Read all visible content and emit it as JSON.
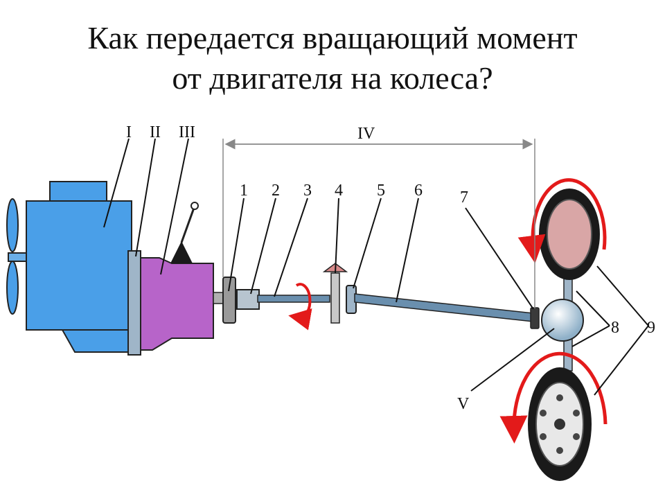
{
  "title": {
    "line1": "Как передается вращающий момент",
    "line2": "от двигателя на колеса?"
  },
  "labels": {
    "unit1": "I",
    "unit2": "II",
    "unit3": "III",
    "unit4": "IV",
    "unit5": "V",
    "n1": "1",
    "n2": "2",
    "n3": "3",
    "n4": "4",
    "n5": "5",
    "n6": "6",
    "n7": "7",
    "n8": "8",
    "n9": "9"
  },
  "colors": {
    "engine": "#4a9fe8",
    "gearbox": "#b764c9",
    "rotation_arrow": "#e31a1a",
    "tire": "#1a1a1a",
    "wheel_hub": "#d9a6a6",
    "shaft": "#6a8fae"
  }
}
